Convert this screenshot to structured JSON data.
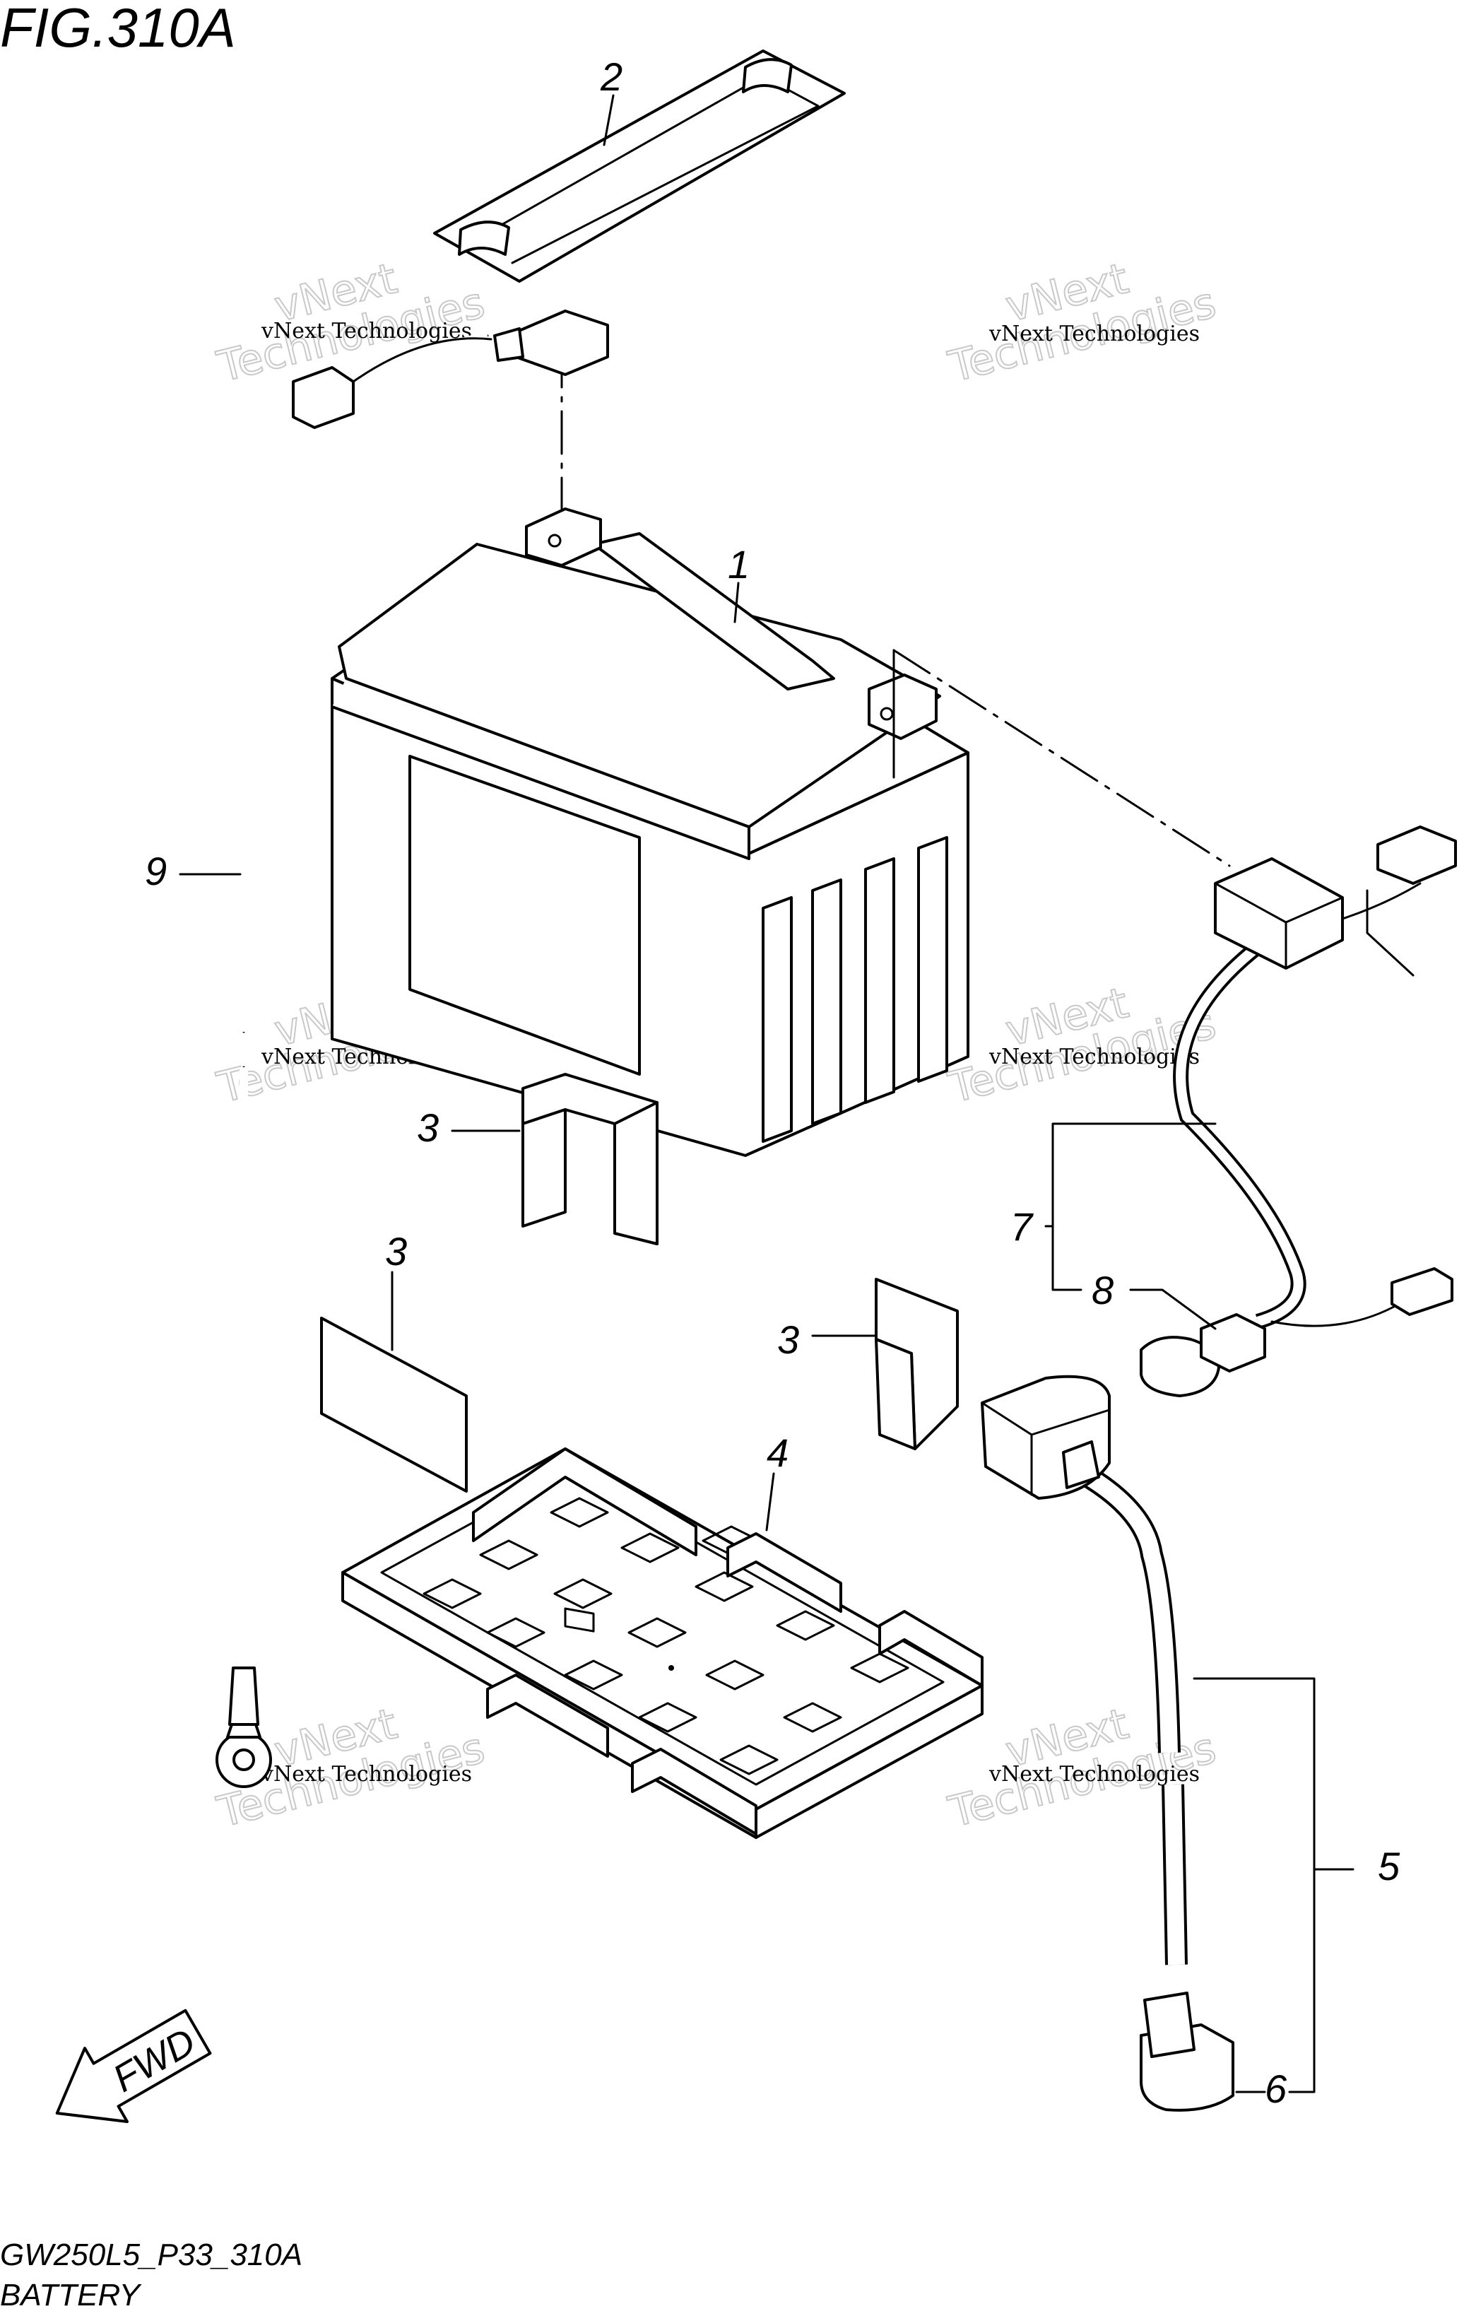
{
  "figure": {
    "title": "FIG.310A",
    "code": "GW250L5_P33_310A",
    "name": "BATTERY"
  },
  "fwd_label": "FWD",
  "callouts": {
    "c1": "1",
    "c2": "2",
    "c3a": "3",
    "c3b": "3",
    "c3c": "3",
    "c4": "4",
    "c5": "5",
    "c6": "6",
    "c7": "7",
    "c8": "8",
    "c9": "9"
  },
  "watermark": {
    "line1": "vNext Technologies",
    "line2": "vNext",
    "line3": "Technologies"
  }
}
